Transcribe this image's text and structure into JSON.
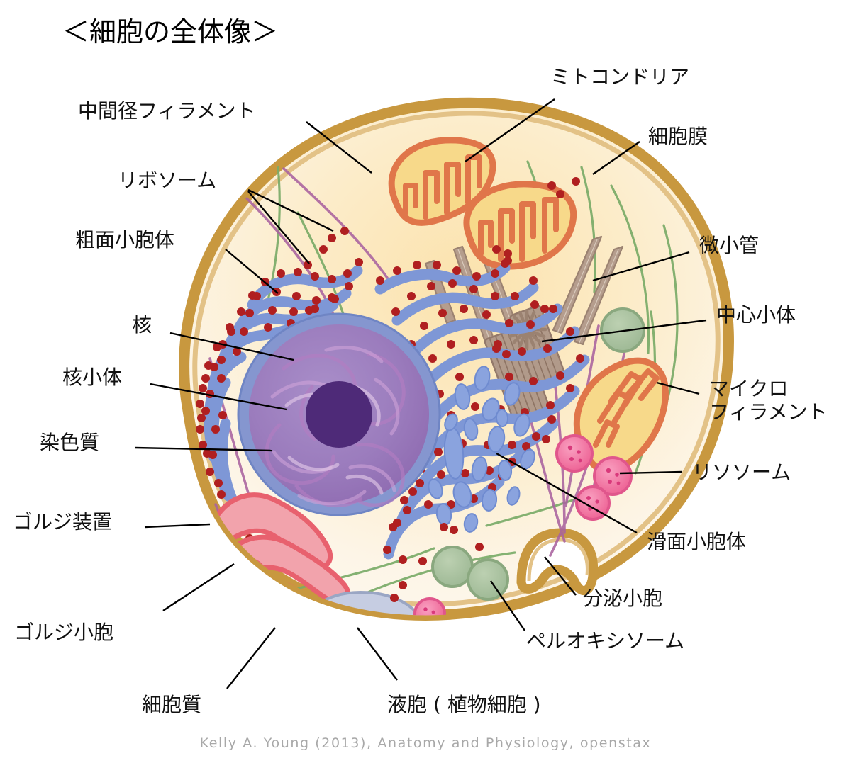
{
  "title": "＜細胞の全体像＞",
  "credit": "Kelly A. Young (2013), Anatomy and Physiology, openstax",
  "labels": {
    "intermediate_filament": "中間径フィラメント",
    "ribosome": "リボソーム",
    "rough_er": "粗面小胞体",
    "nucleus": "核",
    "nucleolus": "核小体",
    "chromatin": "染色質",
    "golgi_apparatus": "ゴルジ装置",
    "golgi_vesicle": "ゴルジ小胞",
    "cytoplasm": "細胞質",
    "vacuole": "液胞 ( 植物細胞 )",
    "mitochondria": "ミトコンドリア",
    "cell_membrane": "細胞膜",
    "microtubule": "微小管",
    "centriole": "中心小体",
    "microfilament_line1": "マイクロ",
    "microfilament_line2": "フィラメント",
    "lysosome": "リソソーム",
    "smooth_er": "滑面小胞体",
    "secretory_vesicle": "分泌小胞",
    "peroxisome": "ペルオキシソーム"
  },
  "colors": {
    "background": "#ffffff",
    "membrane_outer": "#c8983f",
    "membrane_inner": "#e8c98a",
    "cytoplasm_light": "#fdf6e6",
    "cytoplasm_warm": "#fbe3ad",
    "nucleus_fill": "#9a79bd",
    "nucleus_envelope": "#8596cf",
    "nucleolus": "#4e2a78",
    "chromatin": "#b673b8",
    "rough_er": "#7e97d6",
    "ribosome": "#b01f20",
    "smooth_er": "#8aa3de",
    "mitochondria_stroke": "#e0764a",
    "mitochondria_fill": "#f7d98a",
    "golgi_stroke": "#e8616e",
    "golgi_fill": "#f2a3ac",
    "lysosome": "#ee6f9d",
    "peroxisome": "#a8c29c",
    "vacuole": "#c6cde2",
    "microtubule": "#a89384",
    "intermediate_filament": "#a9629f",
    "microfilament": "#7aab68",
    "label_text": "#111111",
    "credit_text": "#a8a8a8"
  },
  "organelle_counts": {
    "mitochondria": 3,
    "lysosomes": 4,
    "peroxisomes": 3,
    "centrioles": 2,
    "microtubules": 5,
    "golgi_vesicles": 3,
    "vacuoles": 1
  }
}
